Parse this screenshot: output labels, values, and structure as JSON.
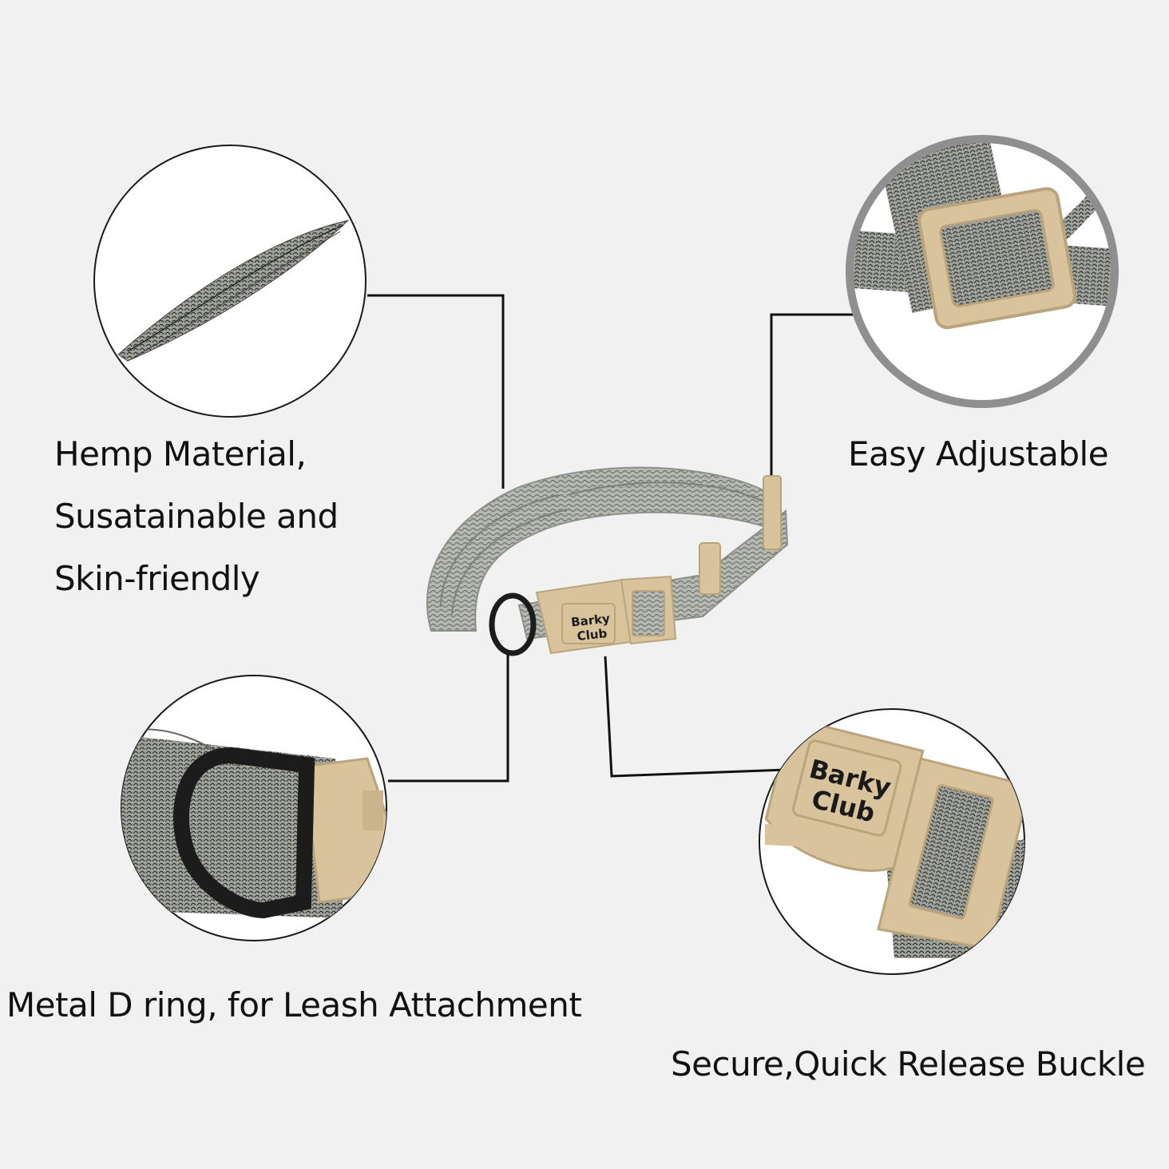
{
  "features": {
    "hemp": {
      "lines": [
        "Hemp Material,",
        "Susatainable and",
        "Skin-friendly"
      ],
      "icon": "woven-strand-icon"
    },
    "adjustable": {
      "label": "Easy Adjustable",
      "icon": "slide-adjuster-icon"
    },
    "d_ring": {
      "label": "Metal D ring, for Leash Attachment",
      "icon": "d-ring-icon"
    },
    "buckle": {
      "label": "Secure,Quick Release Buckle",
      "icon": "buckle-icon"
    }
  },
  "product": {
    "buckle_brand_line1": "Barky",
    "buckle_brand_line2": "Club"
  },
  "colors": {
    "background": "#f1f1f1",
    "fabric": "#a9aca6",
    "fabric_dark": "#5b5e58",
    "plastic": "#d8c39c",
    "plastic_dark": "#b9a47c",
    "ring": "#1c1c1c",
    "line": "#111111"
  }
}
